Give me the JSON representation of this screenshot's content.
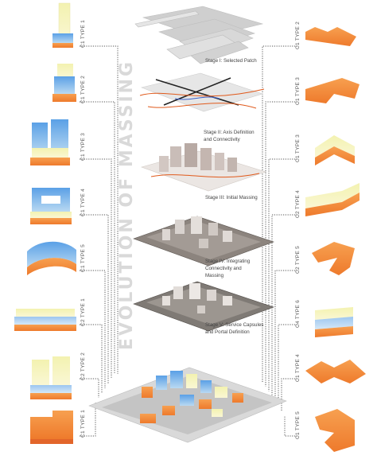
{
  "title": "EVOLUTION OF MASSING",
  "stages": [
    {
      "line1": "Stage I: Selected Patch",
      "line2": "",
      "line3": ""
    },
    {
      "line1": "Stage II: Axis Definition",
      "line2": "and Connectivity",
      "line3": ""
    },
    {
      "line1": "Stage III: Initial Massing",
      "line2": "",
      "line3": ""
    },
    {
      "line1": "Stage IV: Integrating",
      "line2": "Connectivity and",
      "line3": "Massing"
    },
    {
      "line1": "Stage V: Service Capsules",
      "line2": "and Portal Definition",
      "line3": ""
    }
  ],
  "left_types": [
    "C1 TYPE 1",
    "C1 TYPE 2",
    "C1 TYPE 3",
    "C1 TYPE 4",
    "C1 TYPE 5",
    "C2 TYPE 1",
    "C2 TYPE 2",
    "C1 TYPE 1"
  ],
  "right_types": [
    "C1 TYPE 2",
    "C1 TYPE 3",
    "C1 TYPE 3",
    "C2 TYPE 4",
    "C2 TYPE 5",
    "C4 TYPE 6",
    "C1 TYPE 4",
    "C1 TYPE 5"
  ],
  "colors": {
    "orange": "#f28a3a",
    "blue": "#4a90d9",
    "yellow": "#f5f0a0",
    "grey": "#9a9a9a",
    "dark_grey": "#6b6560"
  }
}
